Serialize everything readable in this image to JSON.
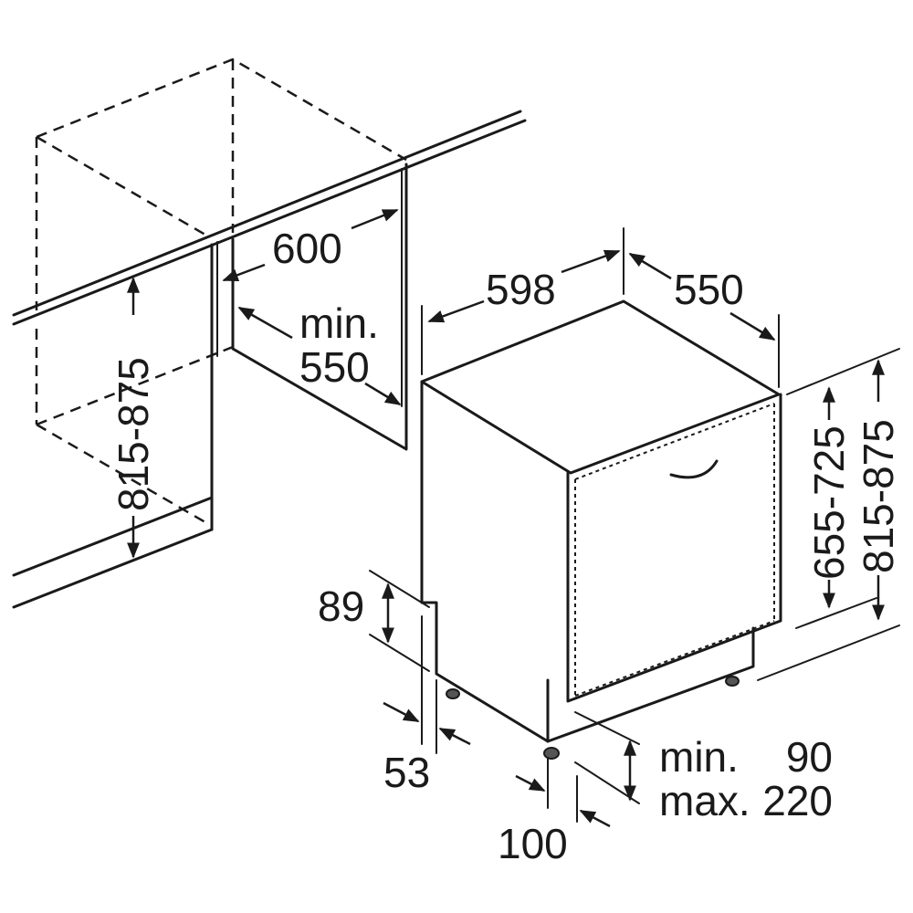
{
  "dimensions": {
    "niche_width": "600",
    "niche_depth_min": "min.",
    "niche_depth_value": "550",
    "niche_height": "815-875",
    "appliance_width": "598",
    "appliance_depth": "550",
    "door_height": "655-725",
    "appliance_height": "815-875",
    "plinth_height": "89",
    "plinth_setback": "53",
    "foot_offset": "100",
    "plinth_min_label": "min.",
    "plinth_min_value": "90",
    "plinth_max_label": "max.",
    "plinth_max_value": "220"
  },
  "colors": {
    "line": "#1a1a1a",
    "background": "#ffffff"
  }
}
